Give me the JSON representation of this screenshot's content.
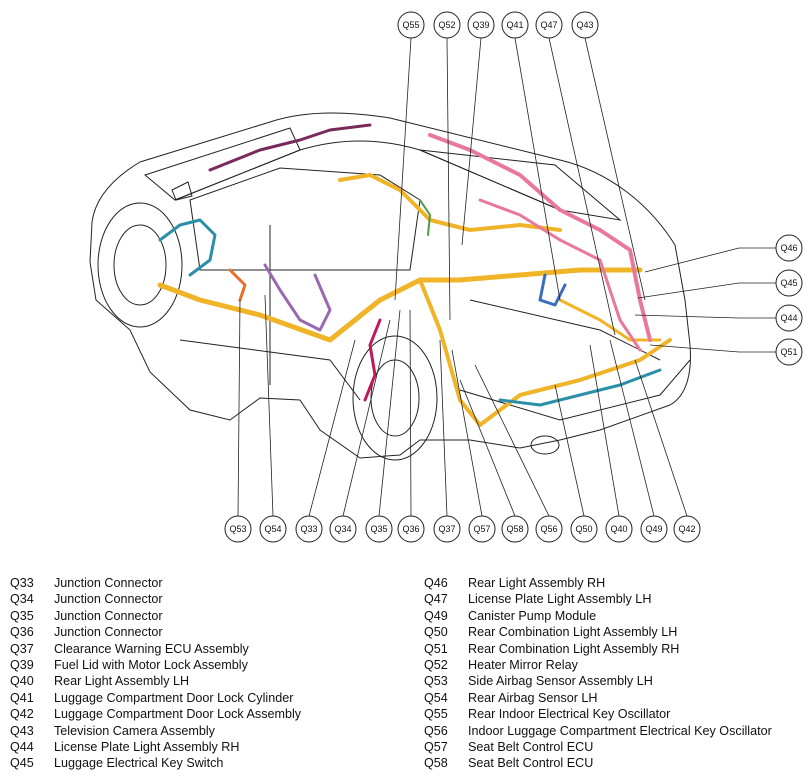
{
  "callouts_top": [
    "Q55",
    "Q52",
    "Q39",
    "Q41",
    "Q47",
    "Q43"
  ],
  "callouts_right": [
    "Q46",
    "Q45",
    "Q44",
    "Q51"
  ],
  "callouts_bottom": [
    "Q53",
    "Q54",
    "Q33",
    "Q34",
    "Q35",
    "Q36",
    "Q37",
    "Q57",
    "Q58",
    "Q56",
    "Q50",
    "Q40",
    "Q49",
    "Q42"
  ],
  "harness_colors": {
    "main": "#f0b428",
    "rear": "#e8799b",
    "roof": "#7a2a5a",
    "door": "#2a8fa8",
    "crimson": "#c0185a",
    "violet": "#9a6ab0",
    "blue": "#3a6cc0",
    "orange": "#e8702a",
    "green": "#4a9a4a"
  },
  "legend_left": [
    {
      "code": "Q33",
      "name": "Junction Connector"
    },
    {
      "code": "Q34",
      "name": "Junction Connector"
    },
    {
      "code": "Q35",
      "name": "Junction Connector"
    },
    {
      "code": "Q36",
      "name": "Junction Connector"
    },
    {
      "code": "Q37",
      "name": "Clearance Warning ECU Assembly"
    },
    {
      "code": "Q39",
      "name": "Fuel Lid with Motor Lock Assembly"
    },
    {
      "code": "Q40",
      "name": "Rear Light Assembly LH"
    },
    {
      "code": "Q41",
      "name": "Luggage Compartment Door Lock Cylinder"
    },
    {
      "code": "Q42",
      "name": "Luggage Compartment Door Lock Assembly"
    },
    {
      "code": "Q43",
      "name": "Television Camera Assembly"
    },
    {
      "code": "Q44",
      "name": "License Plate Light Assembly RH"
    },
    {
      "code": "Q45",
      "name": "Luggage Electrical Key Switch"
    }
  ],
  "legend_right": [
    {
      "code": "Q46",
      "name": "Rear Light Assembly RH"
    },
    {
      "code": "Q47",
      "name": "License Plate Light Assembly LH"
    },
    {
      "code": "Q49",
      "name": "Canister Pump Module"
    },
    {
      "code": "Q50",
      "name": "Rear Combination Light Assembly LH"
    },
    {
      "code": "Q51",
      "name": "Rear Combination Light Assembly RH"
    },
    {
      "code": "Q52",
      "name": "Heater Mirror Relay"
    },
    {
      "code": "Q53",
      "name": "Side Airbag Sensor Assembly LH"
    },
    {
      "code": "Q54",
      "name": "Rear Airbag Sensor LH"
    },
    {
      "code": "Q55",
      "name": "Rear Indoor Electrical Key Oscillator"
    },
    {
      "code": "Q56",
      "name": "Indoor Luggage Compartment Electrical Key Oscillator"
    },
    {
      "code": "Q57",
      "name": "Seat Belt Control ECU"
    },
    {
      "code": "Q58",
      "name": "Seat Belt Control ECU"
    }
  ]
}
